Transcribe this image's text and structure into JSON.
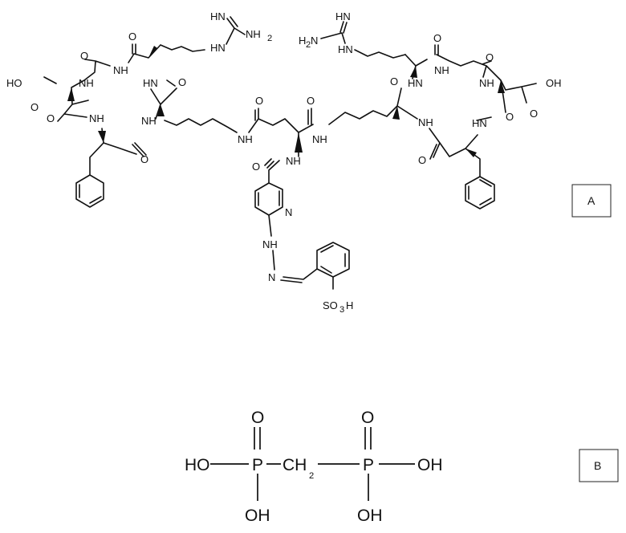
{
  "panels": [
    {
      "label": "A",
      "atom_labels": {
        "nh_guan_l": "HN",
        "nh2_l": "NH",
        "nh_l": "HN",
        "o1": "O",
        "nh1": "NH",
        "o2": "O",
        "hooc": "HO",
        "o3": "O",
        "nh2b": "NH",
        "o4": "O",
        "o5": "O",
        "nh3": "NH",
        "nh4": "HN",
        "o6": "O",
        "nh5": "NH",
        "o7": "O",
        "n_pyr": "N",
        "nh6": "NH",
        "nh_hyd": "NH",
        "n_hyd": "N",
        "so3h": "SO",
        "nh_guan_r": "HN",
        "nh2_r": "H",
        "nh_r": "HN",
        "o8": "O",
        "nh7": "NH",
        "o9": "O",
        "cooh_r": "OH",
        "o10": "O",
        "nh8": "NH",
        "o11": "O",
        "o12": "O",
        "nh9": "NH",
        "nh10": "HN",
        "nh11": "HN",
        "o13": "O",
        "o_r": "O"
      }
    },
    {
      "label": "B",
      "atom_labels": {
        "ho_left": "HO",
        "p_left": "P",
        "o_left_top": "O",
        "oh_left_bottom": "OH",
        "ch2": "CH",
        "p_right": "P",
        "o_right_top": "O",
        "oh_right": "OH",
        "oh_right_bottom": "OH"
      }
    }
  ]
}
